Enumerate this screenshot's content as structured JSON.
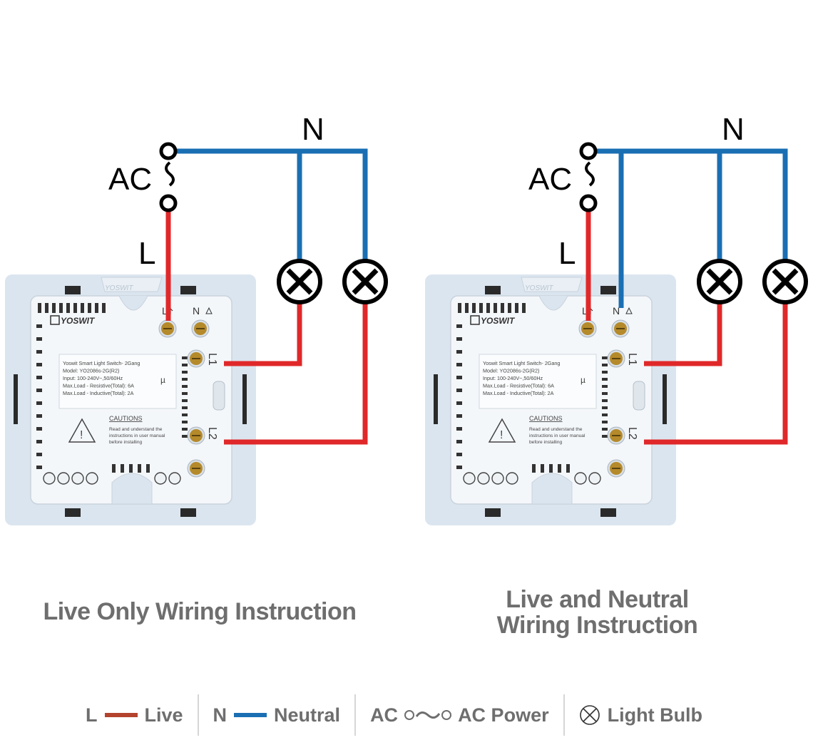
{
  "colors": {
    "live": "#e0282a",
    "neutral": "#1a6fb3",
    "legend_live": "#b3432d",
    "text_gray": "#6e6e6e",
    "plate": "#dbe5ef",
    "module": "#f4f7fa"
  },
  "diagrams": [
    {
      "id": "live-only",
      "caption": [
        "Live Only Wiring Instruction"
      ],
      "labels": {
        "n": "N",
        "ac": "AC",
        "l": "L"
      },
      "neutral_to_switch": false
    },
    {
      "id": "live-and-neutral",
      "caption": [
        "Live and Neutral",
        "Wiring Instruction"
      ],
      "labels": {
        "n": "N",
        "ac": "AC",
        "l": "L"
      },
      "neutral_to_switch": true
    }
  ],
  "switch": {
    "brand": "YOSWIT",
    "terminal_l": "L",
    "terminal_n": "N",
    "terminal_l1": "L1",
    "terminal_l2": "L2",
    "info_lines": [
      "Yoswit Smart Light Switch- 2Gang",
      "Model: YO2086s-2G(R2)",
      "Input: 100-240V~,50/60Hz",
      "Max.Load - Resistive(Total): 6A",
      "Max.Load - Inductive(Total): 2A"
    ],
    "cautions_title": "CAUTIONS",
    "cautions_text": [
      "Read and understand the",
      "instructions in user manual",
      "before installing"
    ]
  },
  "legend": {
    "live_letter": "L",
    "live_label": "Live",
    "neutral_letter": "N",
    "neutral_label": "Neutral",
    "ac_letter": "AC",
    "ac_label": "AC Power",
    "bulb_label": "Light Bulb",
    "icons": [
      "live-line-icon",
      "neutral-line-icon",
      "ac-power-icon",
      "light-bulb-icon"
    ]
  }
}
